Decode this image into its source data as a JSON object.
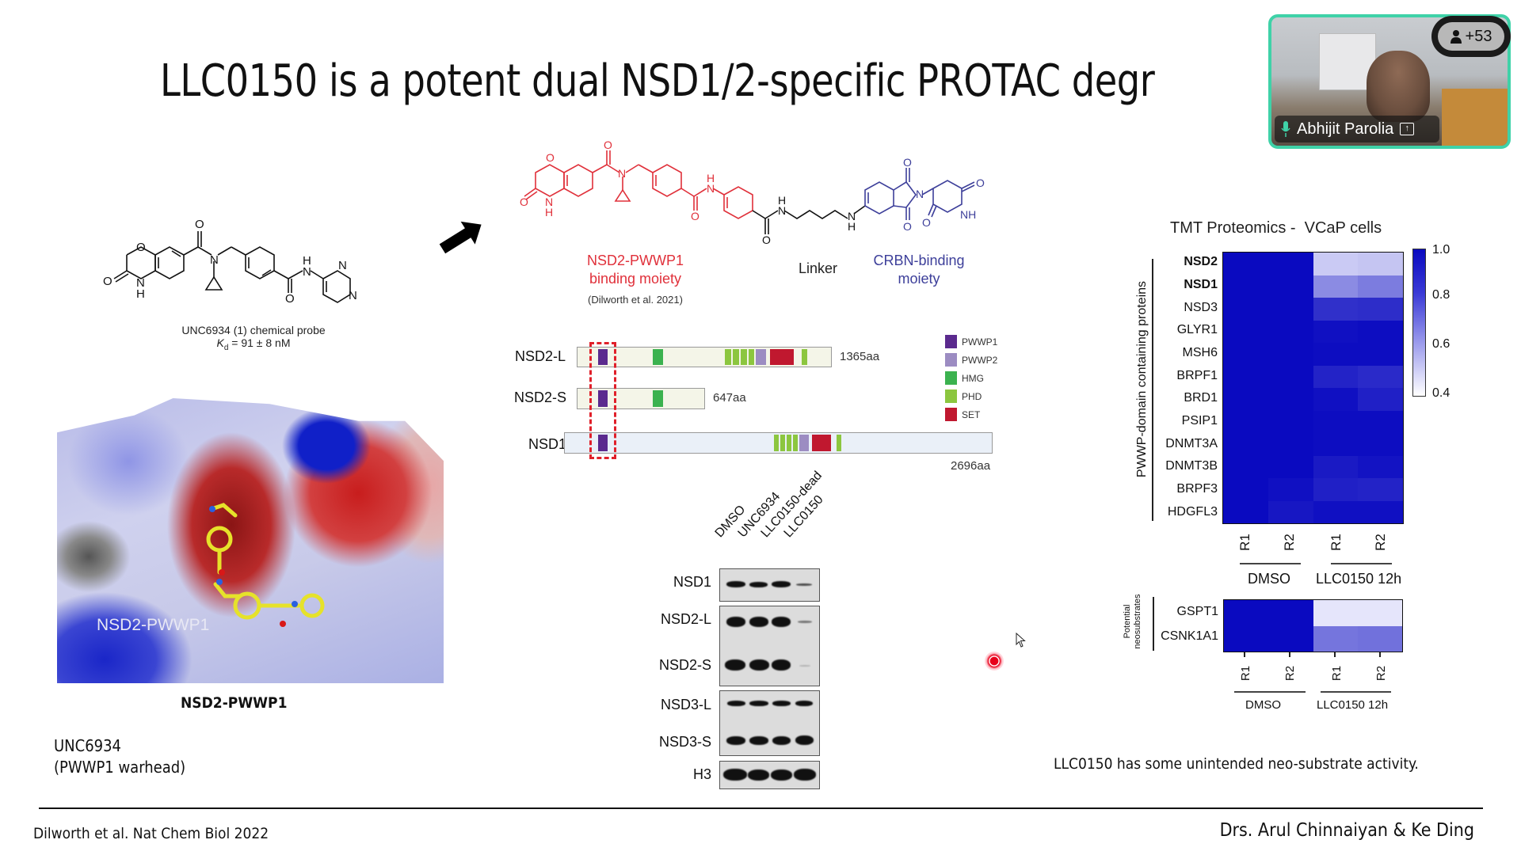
{
  "slide": {
    "title": "LLC0150 is a potent dual NSD1/2-specific PROTAC degr",
    "footer_left": "Dilworth et al. Nat Chem Biol 2022",
    "footer_right": "Drs. Arul Chinnaiyan & Ke Ding",
    "note_right": "LLC0150 has some unintended neo-substrate activity."
  },
  "probe": {
    "caption_line1": "UNC6934 (1) chemical probe",
    "kd_symbol": "K",
    "kd_sub": "d",
    "kd_value": " = 91 ± 8 nM",
    "atoms": {
      "O": "O",
      "N": "N",
      "H": "H",
      "NH": "NH"
    }
  },
  "structure_image": {
    "overlay_label": "NSD2-PWWP1",
    "caption": "NSD2-PWWP1",
    "warhead_line1": "UNC6934",
    "warhead_line2": "(PWWP1 warhead)"
  },
  "protac": {
    "warhead_label_line1": "NSD2-PWWP1",
    "warhead_label_line2": "binding moiety",
    "citation": "(Dilworth et al. 2021)",
    "linker_label": "Linker",
    "crbn_label_line1": "CRBN-binding",
    "crbn_label_line2": "moiety",
    "warhead_color": "#e0303a",
    "crbn_color": "#3d3f9a"
  },
  "domains": {
    "proteins": [
      {
        "name": "NSD2-L",
        "length": "1365aa"
      },
      {
        "name": "NSD2-S",
        "length": "647aa"
      },
      {
        "name": "NSD1",
        "length": "2696aa"
      }
    ],
    "legend": [
      {
        "label": "PWWP1",
        "color": "#5b2a8e"
      },
      {
        "label": "PWWP2",
        "color": "#9c8cc2"
      },
      {
        "label": "HMG",
        "color": "#3bb24f"
      },
      {
        "label": "PHD",
        "color": "#8cc63f"
      },
      {
        "label": "SET",
        "color": "#c0182f"
      }
    ]
  },
  "western_blot": {
    "lanes": [
      "DMSO",
      "UNC6934",
      "LLC0150-dead",
      "LLC0150"
    ],
    "rows": [
      "NSD1",
      "NSD2-L",
      "NSD2-S",
      "NSD3-L",
      "NSD3-S",
      "H3"
    ]
  },
  "chart_data": [
    {
      "type": "heatmap",
      "title": "TMT Proteomics -  VCaP cells",
      "ylabel": "PWWP-domain containing proteins",
      "rows": [
        "NSD2",
        "NSD1",
        "NSD3",
        "GLYR1",
        "MSH6",
        "BRPF1",
        "BRD1",
        "PSIP1",
        "DNMT3A",
        "DNMT3B",
        "BRPF3",
        "HDGFL3"
      ],
      "bold_rows": [
        "NSD2",
        "NSD1"
      ],
      "columns": [
        "R1",
        "R2",
        "R1",
        "R2"
      ],
      "groups": [
        {
          "label": "DMSO",
          "columns": [
            0,
            1
          ]
        },
        {
          "label": "LLC0150 12h",
          "columns": [
            2,
            3
          ]
        }
      ],
      "values": [
        [
          1.0,
          1.0,
          0.47,
          0.48
        ],
        [
          1.0,
          1.0,
          0.62,
          0.66
        ],
        [
          1.0,
          1.0,
          0.88,
          0.89
        ],
        [
          1.0,
          1.0,
          0.98,
          0.99
        ],
        [
          1.0,
          1.0,
          0.99,
          0.99
        ],
        [
          1.0,
          1.0,
          0.92,
          0.9
        ],
        [
          1.0,
          1.0,
          0.98,
          0.93
        ],
        [
          1.0,
          1.0,
          0.99,
          0.99
        ],
        [
          1.0,
          1.0,
          0.99,
          0.99
        ],
        [
          1.0,
          1.0,
          0.95,
          0.97
        ],
        [
          1.0,
          0.98,
          0.93,
          0.92
        ],
        [
          1.0,
          0.96,
          0.98,
          0.98
        ]
      ],
      "colorbar": {
        "min": 0.4,
        "max": 1.0,
        "ticks": [
          "1.0",
          "0.8",
          "0.6",
          "0.4"
        ],
        "low_color": "#f4f4ff",
        "high_color": "#0a0ac0"
      }
    },
    {
      "type": "heatmap",
      "ylabel_line1": "Potential",
      "ylabel_line2": "neosubstrates",
      "rows": [
        "GSPT1",
        "CSNK1A1"
      ],
      "columns": [
        "R1",
        "R2",
        "R1",
        "R2"
      ],
      "groups": [
        {
          "label": "DMSO",
          "columns": [
            0,
            1
          ]
        },
        {
          "label": "LLC0150 12h",
          "columns": [
            2,
            3
          ]
        }
      ],
      "values": [
        [
          1.0,
          1.0,
          0.42,
          0.42
        ],
        [
          1.0,
          1.0,
          0.68,
          0.69
        ]
      ]
    }
  ],
  "video_call": {
    "participant_name": "Abhijit Parolia",
    "participant_count": "+53",
    "active_border_color": "#3fd2a8"
  }
}
